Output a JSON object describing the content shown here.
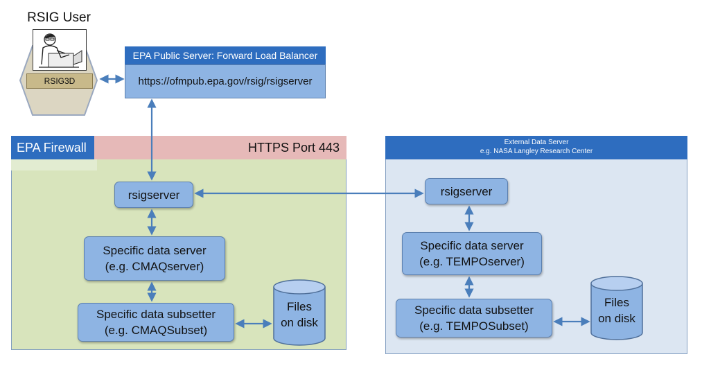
{
  "user": {
    "title": "RSIG User",
    "app_label": "RSIG3D"
  },
  "public_server": {
    "title": "EPA Public Server: Forward Load Balancer",
    "url": "https://ofmpub.epa.gov/rsig/rsigserver"
  },
  "epa_zone": {
    "firewall_label": "EPA Firewall",
    "port_label": "HTTPS Port 443",
    "rsigserver": "rsigserver",
    "data_server": "Specific data server\n(e.g. CMAQserver)",
    "subsetter": "Specific data subsetter\n(e.g. CMAQSubset)",
    "files": "Files\non disk"
  },
  "external_zone": {
    "title": "External Data Server",
    "subtitle": "e.g. NASA Langley Research Center",
    "rsigserver": "rsigserver",
    "data_server": "Specific data server\n(e.g. TEMPOserver)",
    "subsetter": "Specific data subsetter\n(e.g. TEMPOSubset)",
    "files": "Files\non disk"
  },
  "colors": {
    "box_fill": "#8eb4e3",
    "header_blue": "#2e6dbf",
    "epa_zone": "#d8e4bc",
    "port_bar": "#e6b9b8",
    "external_zone": "#dce6f2",
    "connector": "#4a7ebb"
  }
}
